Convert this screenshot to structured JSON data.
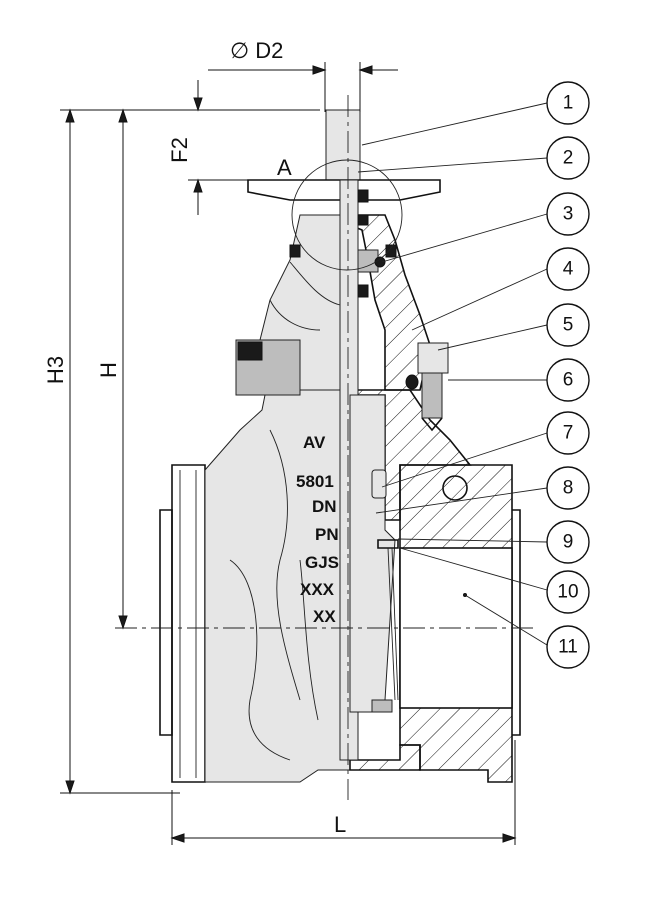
{
  "dimensions": {
    "d2": "∅ D2",
    "f2": "F2",
    "h3": "H3",
    "h": "H",
    "l": "L",
    "detail": "A"
  },
  "body_marking": {
    "brand": "AV",
    "lines": [
      "5801",
      "DN",
      "PN",
      "GJS",
      "XXX",
      "XX"
    ]
  },
  "callouts": [
    "1",
    "2",
    "3",
    "4",
    "5",
    "6",
    "7",
    "8",
    "9",
    "10",
    "11"
  ]
}
